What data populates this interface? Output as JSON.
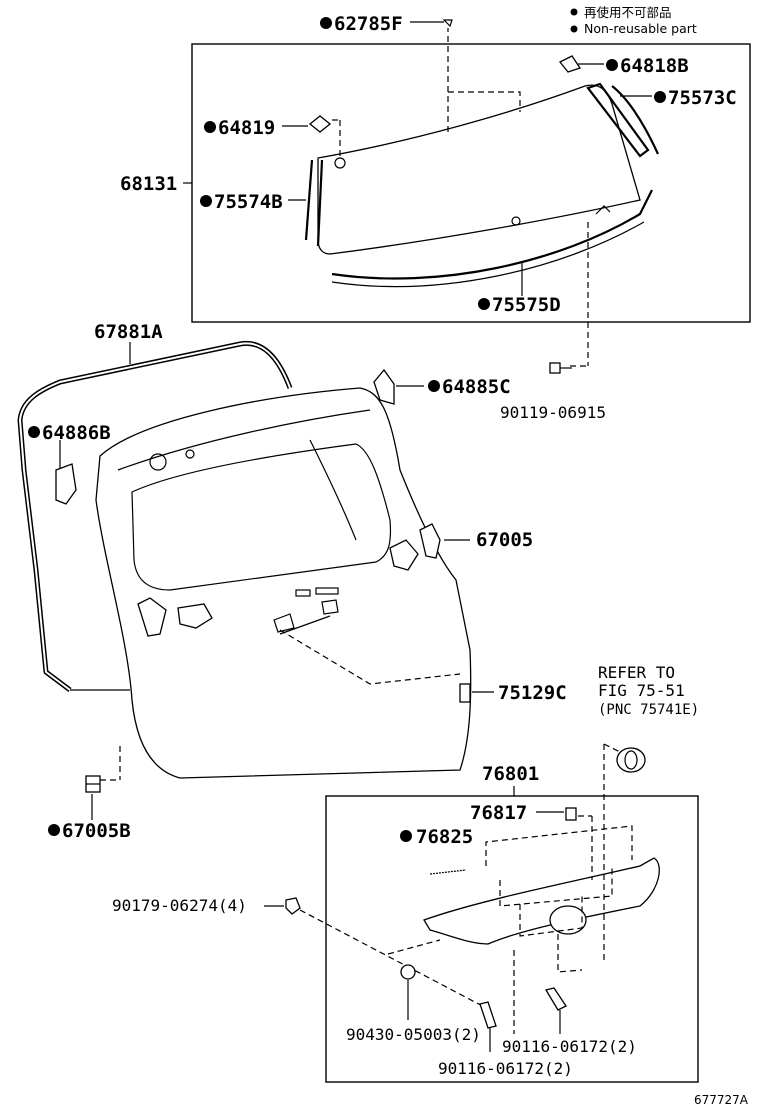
{
  "legend": {
    "non_reusable_ja": "再使用不可部品",
    "non_reusable_en": "Non-reusable part"
  },
  "labels": {
    "p62785F": "62785F",
    "p64818B": "64818B",
    "p75573C": "75573C",
    "p64819": "64819",
    "p68131": "68131",
    "p75574B": "75574B",
    "p75575D": "75575D",
    "p67881A": "67881A",
    "p64885C": "64885C",
    "p90119": "90119-06915",
    "p64886B": "64886B",
    "p67005": "67005",
    "p75129C": "75129C",
    "refer1": "REFER TO",
    "refer2": "FIG 75-51",
    "refer3": "(PNC 75741E)",
    "p76801": "76801",
    "p76817": "76817",
    "p76825": "76825",
    "p90179": "90179-06274(4)",
    "p67005B": "67005B",
    "p90430": "90430-05003(2)",
    "p90116a": "90116-06172(2)",
    "p90116b": "90116-06172(2)",
    "figure_id": "677727A"
  }
}
